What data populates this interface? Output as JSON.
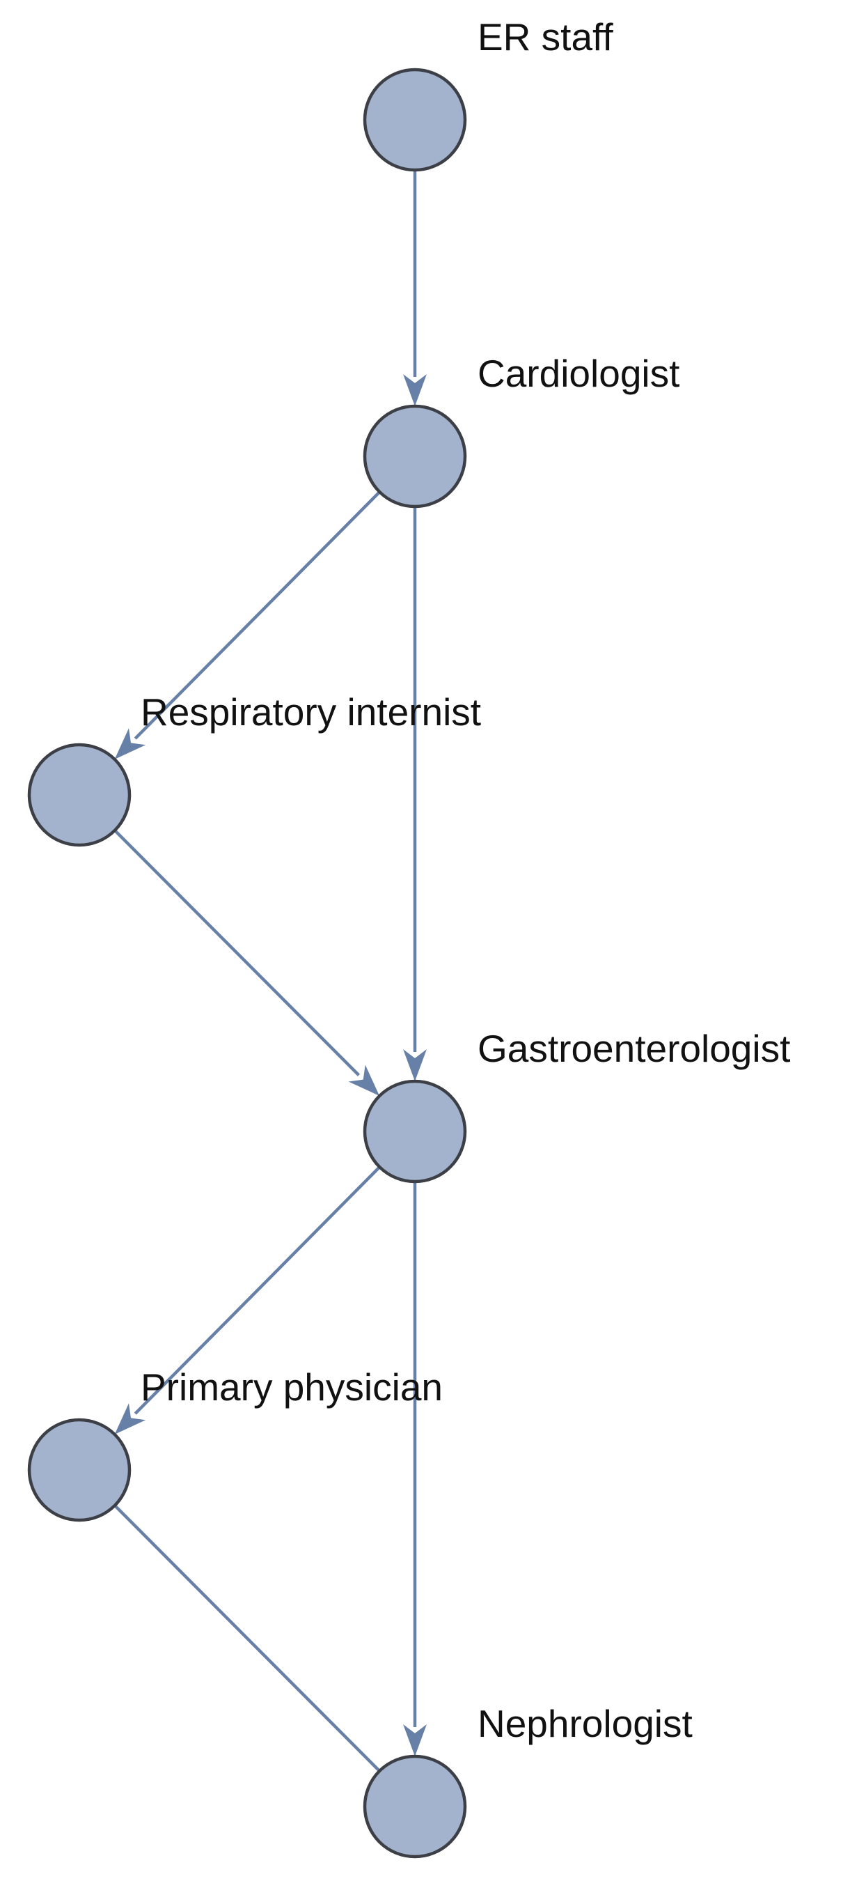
{
  "diagram": {
    "nodes": [
      {
        "id": "er",
        "label": "ER staff"
      },
      {
        "id": "cardio",
        "label": "Cardiologist"
      },
      {
        "id": "resp",
        "label": "Respiratory internist"
      },
      {
        "id": "gastro",
        "label": "Gastroenterologist"
      },
      {
        "id": "primary",
        "label": "Primary physician"
      },
      {
        "id": "nephro",
        "label": "Nephrologist"
      }
    ],
    "edges": [
      {
        "from": "er",
        "to": "cardio",
        "arrow": true
      },
      {
        "from": "cardio",
        "to": "resp",
        "arrow": true
      },
      {
        "from": "cardio",
        "to": "gastro",
        "arrow": true
      },
      {
        "from": "resp",
        "to": "gastro",
        "arrow": true
      },
      {
        "from": "gastro",
        "to": "primary",
        "arrow": true
      },
      {
        "from": "gastro",
        "to": "nephro",
        "arrow": true
      },
      {
        "from": "primary",
        "to": "nephro",
        "arrow": false
      }
    ],
    "colors": {
      "node_fill": "#a3b3cd",
      "node_stroke": "#3c3f46",
      "edge": "#6780a8",
      "label": "#111111"
    }
  }
}
